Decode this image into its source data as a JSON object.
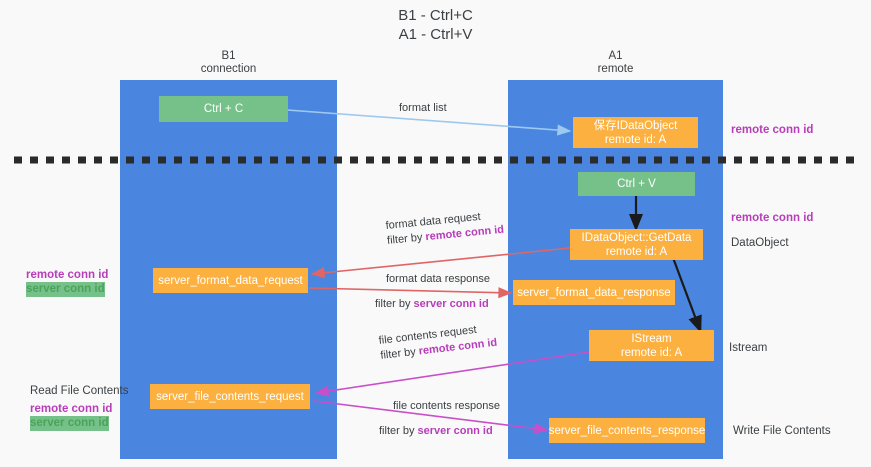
{
  "title": {
    "line1": "B1 - Ctrl+C",
    "line2": "A1 - Ctrl+V"
  },
  "columns": [
    {
      "name": "B1",
      "sub": "connection"
    },
    {
      "name": "A1",
      "sub": "remote"
    }
  ],
  "nodes": {
    "ctrl_c": "Ctrl + C",
    "ctrl_v": "Ctrl + V",
    "idataobject_top_l1": "保存IDataObject",
    "idataobject_top_l2": "remote id: A",
    "getdata_l1": "IDataObject::GetData",
    "getdata_l2": "remote id: A",
    "istream_l1": "IStream",
    "istream_l2": "remote id: A",
    "server_format_data_request": "server_format_data_request",
    "server_format_data_response": "server_format_data_response",
    "server_file_contents_request": "server_file_contents_request",
    "server_file_contents_response": "server_file_contents_response"
  },
  "edge_labels": {
    "format_list": "format list",
    "format_data_request": "format data request",
    "format_data_request_filter_prefix": "filter by ",
    "format_data_request_filter_key": "remote conn id",
    "format_data_response": "format data response",
    "format_data_response_filter_prefix": "filter by ",
    "format_data_response_filter_key": "server conn id",
    "file_contents_request": "file contents request",
    "file_contents_request_filter_prefix": "filter by ",
    "file_contents_request_filter_key": "remote conn id",
    "file_contents_response": "file contents response",
    "file_contents_response_filter_prefix": "filter by ",
    "file_contents_response_filter_key": "server conn id"
  },
  "annotations": {
    "right_remote_conn_id_top": "remote conn id",
    "right_remote_conn_id_mid": "remote conn id",
    "right_dataobject": "DataObject",
    "right_istream": "Istream",
    "right_write_file_contents": "Write File Contents",
    "left_remote_conn_id_mid": "remote conn id",
    "left_server_conn_id_mid": "server conn id",
    "left_read_file_contents": "Read File Contents",
    "left_remote_conn_id_bottom": "remote conn id",
    "left_server_conn_id_bottom": "server conn id"
  },
  "colors": {
    "lane": "#4a86e0",
    "green_node": "#76c189",
    "orange_node": "#fbb040",
    "arrow_blue": "#9ec9ef",
    "arrow_red": "#e06666",
    "arrow_magenta": "#c94fc9",
    "arrow_black": "#1a1a1a",
    "key_purple": "#b83dba",
    "key_green": "#4aa35a",
    "divider": "#2b2b2b"
  }
}
